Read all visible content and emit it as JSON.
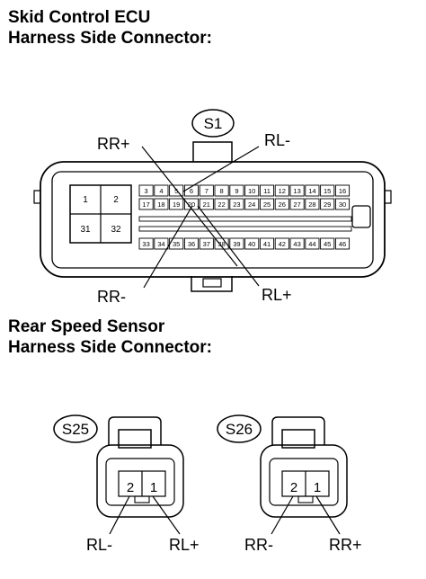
{
  "headings": {
    "ecu_title_1": "Skid Control ECU",
    "ecu_title_2": "Harness Side Connector:",
    "sensor_title_1": "Rear Speed Sensor",
    "sensor_title_2": "Harness Side Connector:"
  },
  "s1": {
    "badge": "S1",
    "big_pins": [
      "1",
      "2",
      "31",
      "32"
    ],
    "row1": [
      "3",
      "4",
      "5",
      "6",
      "7",
      "8",
      "9",
      "10",
      "11",
      "12",
      "13",
      "14",
      "15",
      "16"
    ],
    "row2": [
      "17",
      "18",
      "19",
      "20",
      "21",
      "22",
      "23",
      "24",
      "25",
      "26",
      "27",
      "28",
      "29",
      "30"
    ],
    "row3": [
      "33",
      "34",
      "35",
      "36",
      "37",
      "38",
      "39",
      "40",
      "41",
      "42",
      "43",
      "44",
      "45",
      "46"
    ],
    "labels": {
      "rr_plus": "RR+",
      "rl_minus": "RL-",
      "rr_minus": "RR-",
      "rl_plus": "RL+"
    }
  },
  "s25": {
    "badge": "S25",
    "pin_left": "2",
    "pin_right": "1",
    "label_left": "RL-",
    "label_right": "RL+"
  },
  "s26": {
    "badge": "S26",
    "pin_left": "2",
    "pin_right": "1",
    "label_left": "RR-",
    "label_right": "RR+"
  }
}
